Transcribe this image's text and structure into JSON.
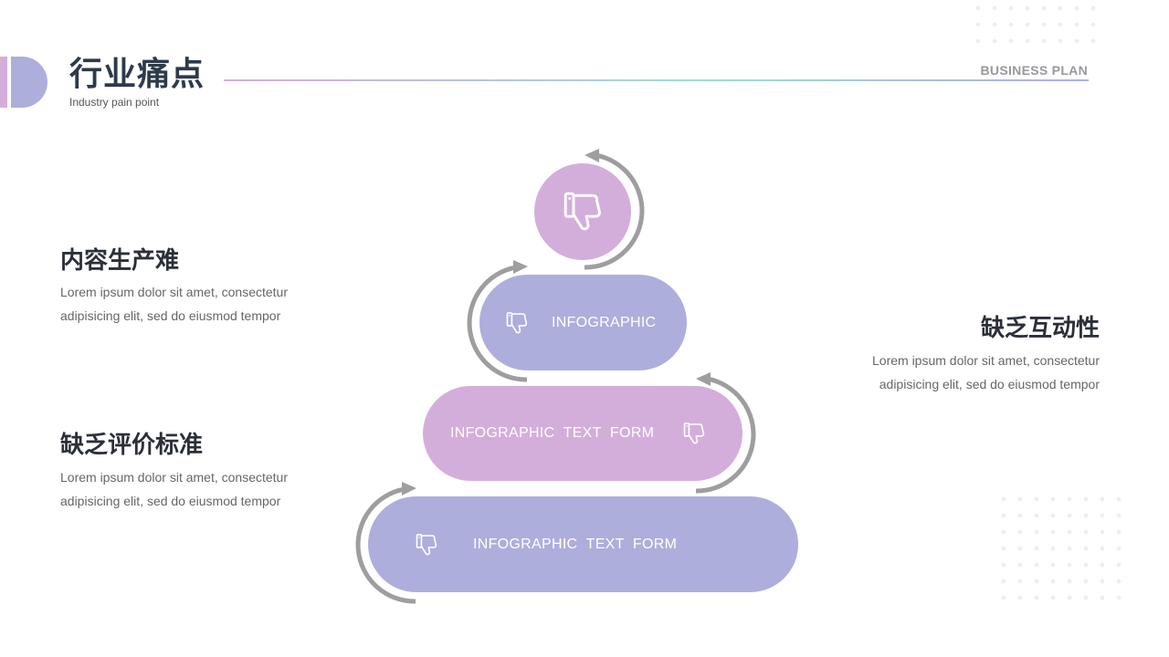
{
  "header": {
    "title": "行业痛点",
    "subtitle": "Industry pain point",
    "brand": "BUSINESS PLAN"
  },
  "points": [
    {
      "title": "内容生产难",
      "desc_line1": "Lorem ipsum dolor sit amet, consectetur",
      "desc_line2": "adipisicing elit, sed do eiusmod tempor"
    },
    {
      "title": "缺乏评价标准",
      "desc_line1": "Lorem ipsum dolor sit amet, consectetur",
      "desc_line2": "adipisicing elit, sed do eiusmod tempor"
    },
    {
      "title": "缺乏互动性",
      "desc_line1": "Lorem ipsum dolor sit amet, consectetur",
      "desc_line2": "adipisicing elit, sed do eiusmod tempor"
    }
  ],
  "pyramid": {
    "tier2_label": "INFOGRAPHIC",
    "tier3_label": "INFOGRAPHIC  TEXT  FORM",
    "tier4_label": "INFOGRAPHIC  TEXT  FORM",
    "icon": "thumbs-down-icon"
  },
  "colors": {
    "pink": "#d4aedb",
    "purple": "#aeaedd",
    "arrow": "#9e9e9e",
    "title": "#2e3a4b"
  }
}
